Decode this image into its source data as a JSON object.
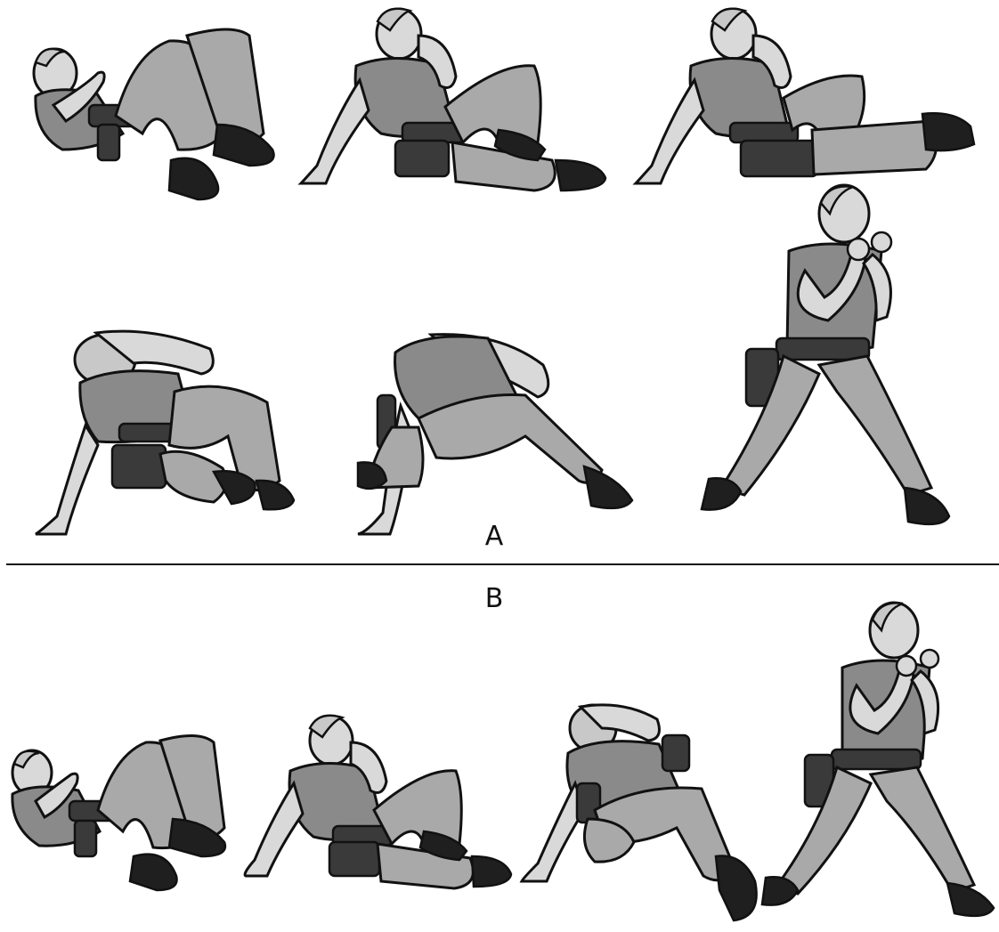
{
  "figure": {
    "panel_a_label": "A",
    "panel_b_label": "B"
  },
  "colors": {
    "ink": "#111111",
    "shirt": "#8a8a8a",
    "pants": "#a9a9a9",
    "skin": "#d9d9d9",
    "hair": "#c8c8c8",
    "gear": "#3a3a3a",
    "boot": "#1f1f1f"
  },
  "sequence_a": [
    {
      "pose": "lying-guard"
    },
    {
      "pose": "seated-posting-hand"
    },
    {
      "pose": "seated-leg-extended"
    },
    {
      "pose": "kneeling-tripod"
    },
    {
      "pose": "rising-lunge"
    },
    {
      "pose": "fighting-stance"
    }
  ],
  "sequence_b": [
    {
      "pose": "lying-guard"
    },
    {
      "pose": "seated-posting-hand"
    },
    {
      "pose": "kneeling-rise"
    },
    {
      "pose": "fighting-stance"
    }
  ]
}
